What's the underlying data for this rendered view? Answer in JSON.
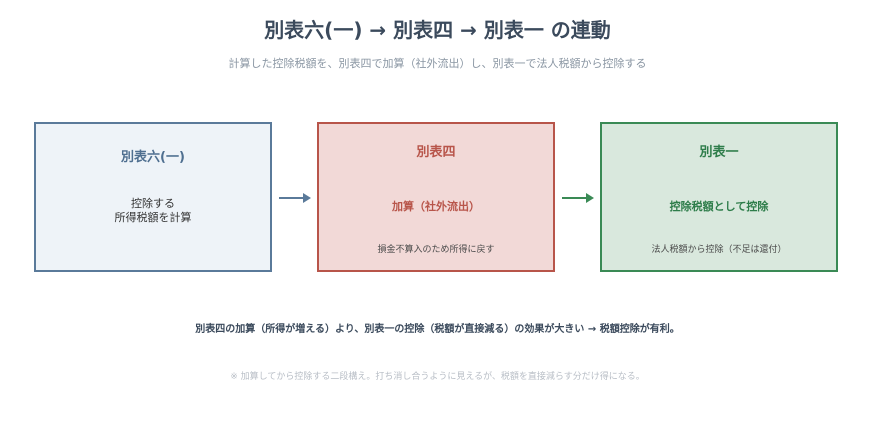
{
  "title": "別表六(一) → 別表四 → 別表一 の連動",
  "subtitle": "計算した控除税額を、別表四で加算（社外流出）し、別表一で法人税額から控除する",
  "boxes": [
    {
      "name": "別表六(一)",
      "main_line1": "控除する",
      "main_line2": "所得税額を計算",
      "note": ""
    },
    {
      "name": "別表四",
      "main_line1": "加算（社外流出）",
      "note": "損金不算入のため所得に戻す"
    },
    {
      "name": "別表一",
      "main_line1": "控除税額として控除",
      "note": "法人税額から控除（不足は還付）"
    }
  ],
  "summary": "別表四の加算（所得が増える）より、別表一の控除（税額が直接減る）の効果が大きい → 税額控除が有利。",
  "footnote": "※ 加算してから控除する二段構え。打ち消し合うように見えるが、税額を直接減らす分だけ得になる。",
  "colors": {
    "box1_border": "#5a7a9a",
    "box2_border": "#b8554a",
    "box3_border": "#3a8a55"
  }
}
